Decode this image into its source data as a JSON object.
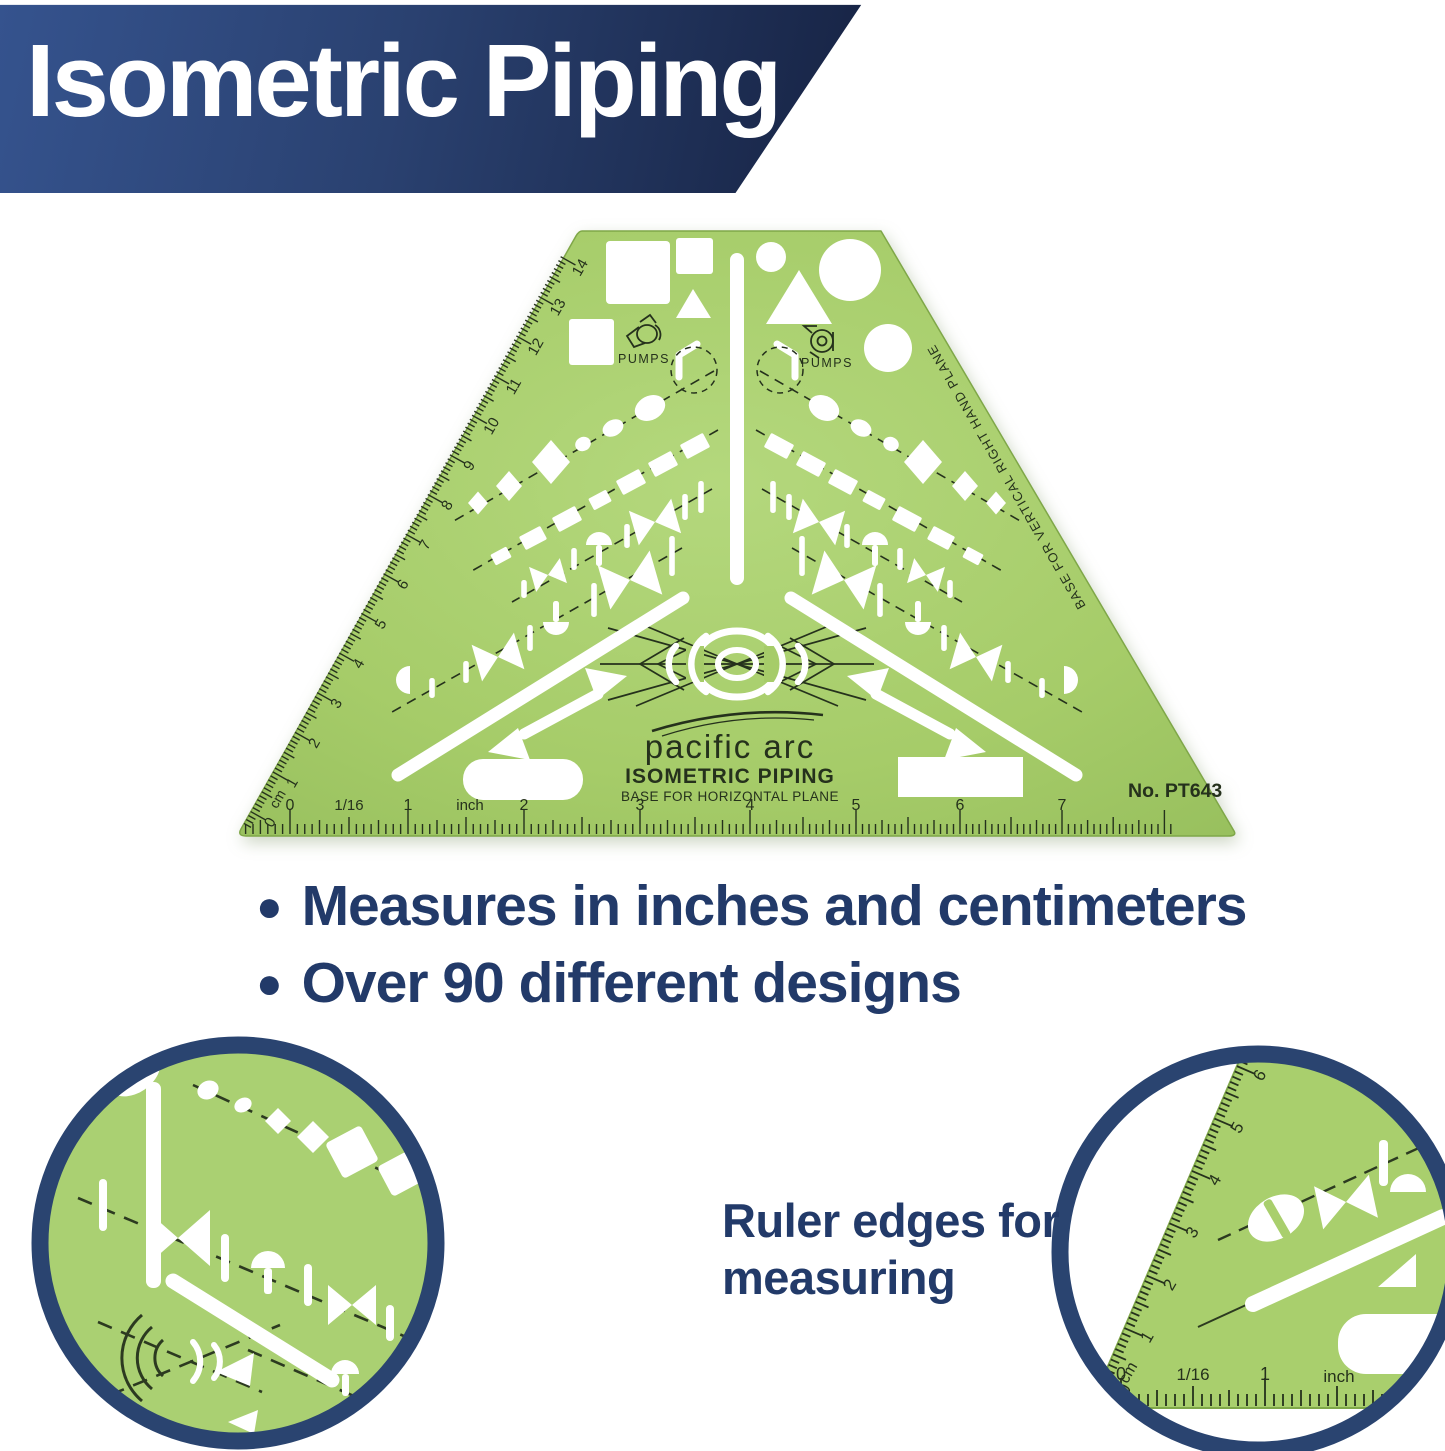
{
  "banner": {
    "title": "Isometric Piping"
  },
  "features": [
    "Measures in inches and centimeters",
    "Over 90 different designs"
  ],
  "callout": {
    "line1": "Ruler edges for",
    "line2": "measuring"
  },
  "stencil": {
    "brand": "pacific arc",
    "name": "ISOMETRIC PIPING",
    "plane_label": "BASE FOR HORIZONTAL PLANE",
    "model": "No. PT643",
    "edge_label": "BASE FOR VERTICAL RIGHT HAND PLANE",
    "pumps_left": "PUMPS",
    "pumps_right": "PUMPS",
    "cm_scale": {
      "unit": "cm",
      "labels": [
        "0",
        "1",
        "2",
        "3",
        "4",
        "5",
        "6",
        "7",
        "8",
        "9",
        "10",
        "11",
        "12",
        "13",
        "14"
      ]
    },
    "inch_scale": {
      "unit": "inch",
      "fine_label": "1/16",
      "labels": [
        "0",
        "1",
        "2",
        "3",
        "4",
        "5",
        "6",
        "7"
      ]
    }
  },
  "magnifier_right_scale": {
    "cm_unit": "cm",
    "cm_labels": [
      "0",
      "1",
      "2",
      "3",
      "4",
      "5",
      "6"
    ],
    "inch_unit": "inch",
    "inch_fine": "1/16",
    "inch_labels": [
      "0",
      "1"
    ]
  },
  "colors": {
    "banner_navy": "#16224 2",
    "accent_navy": "#223a69",
    "stencil_green": "#a8cf6e",
    "circle_border": "#2a4470",
    "linework": "#25311c"
  }
}
